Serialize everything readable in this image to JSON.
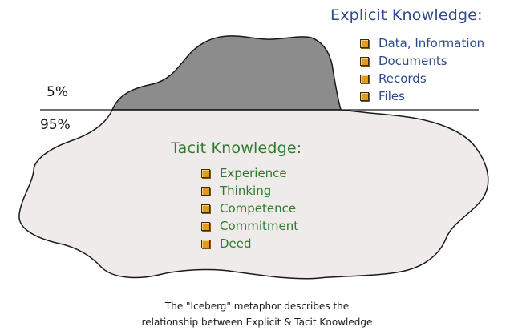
{
  "percent_above": "5%",
  "percent_below": "95%",
  "explicit": {
    "title": "Explicit Knowledge:",
    "items": [
      "Data, Information",
      "Documents",
      "Records",
      "Files"
    ]
  },
  "tacit": {
    "title": "Tacit Knowledge:",
    "items": [
      "Experience",
      "Thinking",
      "Competence",
      "Commitment",
      "Deed"
    ]
  },
  "caption": {
    "line1": "The \"Iceberg\" metaphor describes the",
    "line2": "relationship between Explicit & Tacit Knowledge"
  },
  "colors": {
    "explicit_text": "#2f4a8c",
    "tacit_text": "#2e7a2e",
    "above_water_fill": "#8c8c8c",
    "below_water_fill": "#f0ebeb",
    "bullet": "#e39a20"
  }
}
